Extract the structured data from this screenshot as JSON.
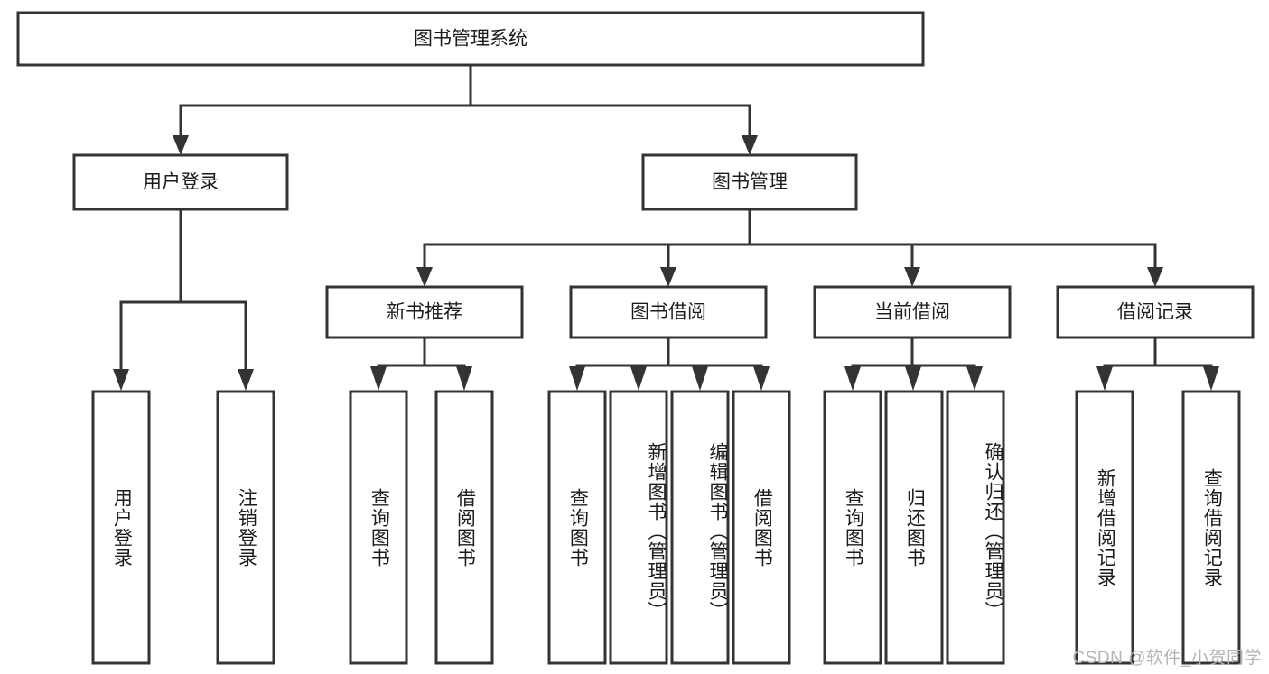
{
  "diagram": {
    "title": "图书管理系统",
    "watermark": "CSDN @软件_小贺同学",
    "type": "tree-hierarchy-diagram",
    "colors": {
      "stroke": "#333333",
      "fill": "#ffffff",
      "text": "#1c1c1c",
      "watermark": "#b4b4b4",
      "background": "#ffffff"
    },
    "root": {
      "label": "图书管理系统"
    },
    "level2": [
      {
        "label": "用户登录"
      },
      {
        "label": "图书管理"
      }
    ],
    "level3": [
      {
        "label": "新书推荐"
      },
      {
        "label": "图书借阅"
      },
      {
        "label": "当前借阅"
      },
      {
        "label": "借阅记录"
      }
    ],
    "groups": [
      {
        "parent": "用户登录",
        "leaves": [
          {
            "label": "用户登录"
          },
          {
            "label": "注销登录"
          }
        ]
      },
      {
        "parent": "新书推荐",
        "leaves": [
          {
            "label": "查询图书"
          },
          {
            "label": "借阅图书"
          }
        ]
      },
      {
        "parent": "图书借阅",
        "leaves": [
          {
            "label": "查询图书"
          },
          {
            "label": "新增图书（管理员）"
          },
          {
            "label": "编辑图书（管理员）"
          },
          {
            "label": "借阅图书"
          }
        ]
      },
      {
        "parent": "当前借阅",
        "leaves": [
          {
            "label": "查询图书"
          },
          {
            "label": "归还图书"
          },
          {
            "label": "确认归还（管理员）"
          }
        ]
      },
      {
        "parent": "借阅记录",
        "leaves": [
          {
            "label": "新增借阅记录"
          },
          {
            "label": "查询借阅记录"
          }
        ]
      }
    ]
  }
}
